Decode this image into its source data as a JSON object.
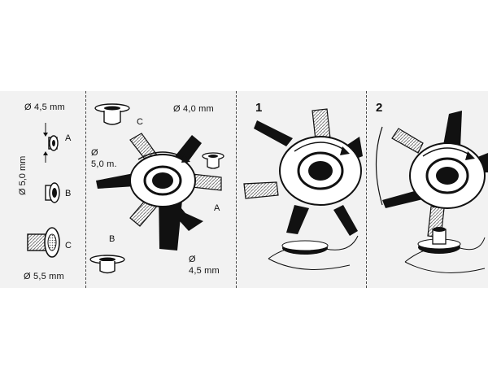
{
  "panels": {
    "left": {
      "size_a": "Ø 4,5 mm",
      "size_b": "Ø 5,0 mm",
      "size_c": "Ø 5,5 mm",
      "letter_a": "A",
      "letter_b": "B",
      "letter_c": "C"
    },
    "tool": {
      "top_size": "Ø 4,0 mm",
      "left_size_symbol": "Ø",
      "left_size_value": "5,0 m.",
      "bottom_size_symbol": "Ø",
      "bottom_size_value": "4,5 mm",
      "label_a": "A",
      "label_b": "B",
      "label_c": "C"
    },
    "step1": {
      "number": "1"
    },
    "step2": {
      "number": "2"
    }
  },
  "colors": {
    "ink": "#111111",
    "band": "#f2f2f2",
    "hatch": "#7a7a7a"
  }
}
